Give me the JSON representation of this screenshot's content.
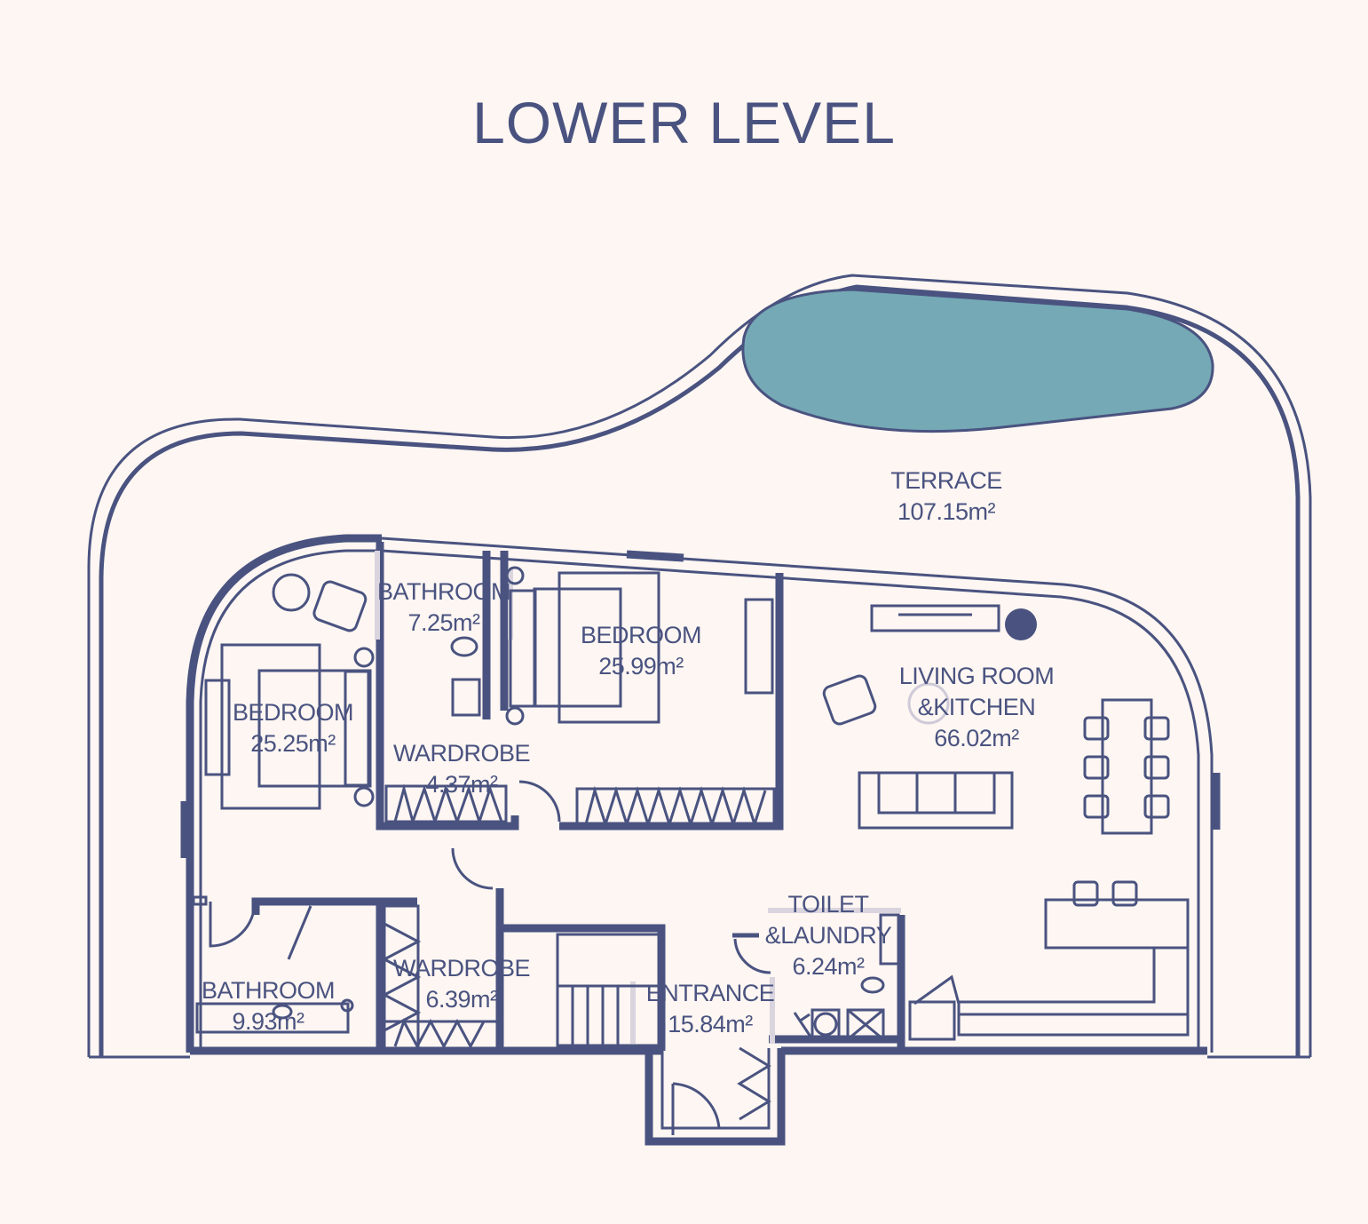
{
  "title": "LOWER LEVEL",
  "colors": {
    "background": "#fdf6f2",
    "line": "#4a5380",
    "pool": "#74a9b5"
  },
  "rooms": [
    {
      "name": "TERRACE",
      "area": "107.15m²"
    },
    {
      "name": "BATHROOM",
      "area": "7.25m²"
    },
    {
      "name": "BEDROOM",
      "area": "25.99m²"
    },
    {
      "name": "LIVING ROOM",
      "name2": "&KITCHEN",
      "area": "66.02m²"
    },
    {
      "name": "BEDROOM",
      "area": "25.25m²"
    },
    {
      "name": "WARDROBE",
      "area": "4.37m²"
    },
    {
      "name": "TOILET",
      "name2": "&LAUNDRY",
      "area": "6.24m²"
    },
    {
      "name": "WARDROBE",
      "area": "6.39m²"
    },
    {
      "name": "BATHROOM",
      "area": "9.93m²"
    },
    {
      "name": "ENTRANCE",
      "area": "15.84m²"
    }
  ]
}
